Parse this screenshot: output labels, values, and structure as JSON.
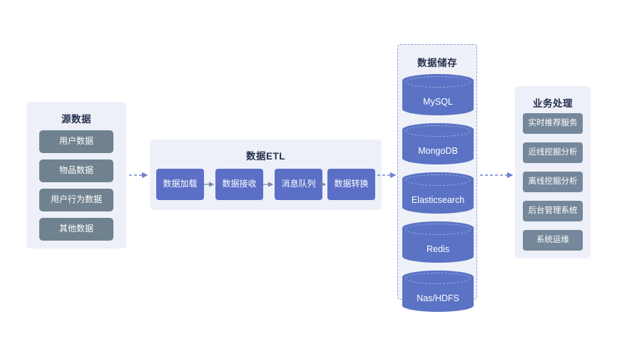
{
  "diagram": {
    "title": "",
    "colors": {
      "panel_bg": "#edf0f8",
      "panel_dashed_border": "#8fa3dd",
      "chip_slate": "#70828f",
      "chip_slate_small": "#75879a",
      "chip_blue": "#5b6fc6",
      "cylinder": "#5b73c4",
      "cylinder_arc": "#9fb1e6",
      "title_text": "#26314d",
      "chip_text": "#ffffff",
      "etl_arrow": "#7b89a8",
      "panel_arrow": "#6f82d0",
      "background": "#ffffff"
    }
  },
  "source_panel": {
    "title": "源数据",
    "items": [
      {
        "label": "用户数据"
      },
      {
        "label": "物品数据"
      },
      {
        "label": "用户行为数据"
      },
      {
        "label": "其他数据"
      }
    ]
  },
  "etl_panel": {
    "title": "数据ETL",
    "steps": [
      {
        "label": "数据加载"
      },
      {
        "label": "数据接收"
      },
      {
        "label": "消息队列"
      },
      {
        "label": "数据转换"
      }
    ]
  },
  "storage_panel": {
    "title": "数据储存",
    "databases": [
      {
        "label": "MySQL"
      },
      {
        "label": "MongoDB"
      },
      {
        "label": "Elasticsearch"
      },
      {
        "label": "Redis"
      },
      {
        "label": "Nas/HDFS"
      }
    ]
  },
  "business_panel": {
    "title": "业务处理",
    "items": [
      {
        "label": "实时推荐服务"
      },
      {
        "label": "近线挖掘分析"
      },
      {
        "label": "离线挖掘分析"
      },
      {
        "label": "后台管理系统"
      },
      {
        "label": "系统运维"
      }
    ]
  },
  "connectors": [
    {
      "name": "source-to-etl",
      "style": "dashed",
      "direction": "right"
    },
    {
      "name": "etl-to-storage",
      "style": "dashed",
      "direction": "right"
    },
    {
      "name": "storage-to-business",
      "style": "dashed",
      "direction": "right"
    },
    {
      "name": "etl-step-1-to-2",
      "style": "solid",
      "direction": "right"
    },
    {
      "name": "etl-step-2-to-3",
      "style": "solid",
      "direction": "right"
    },
    {
      "name": "etl-step-3-to-4",
      "style": "solid",
      "direction": "right"
    }
  ]
}
